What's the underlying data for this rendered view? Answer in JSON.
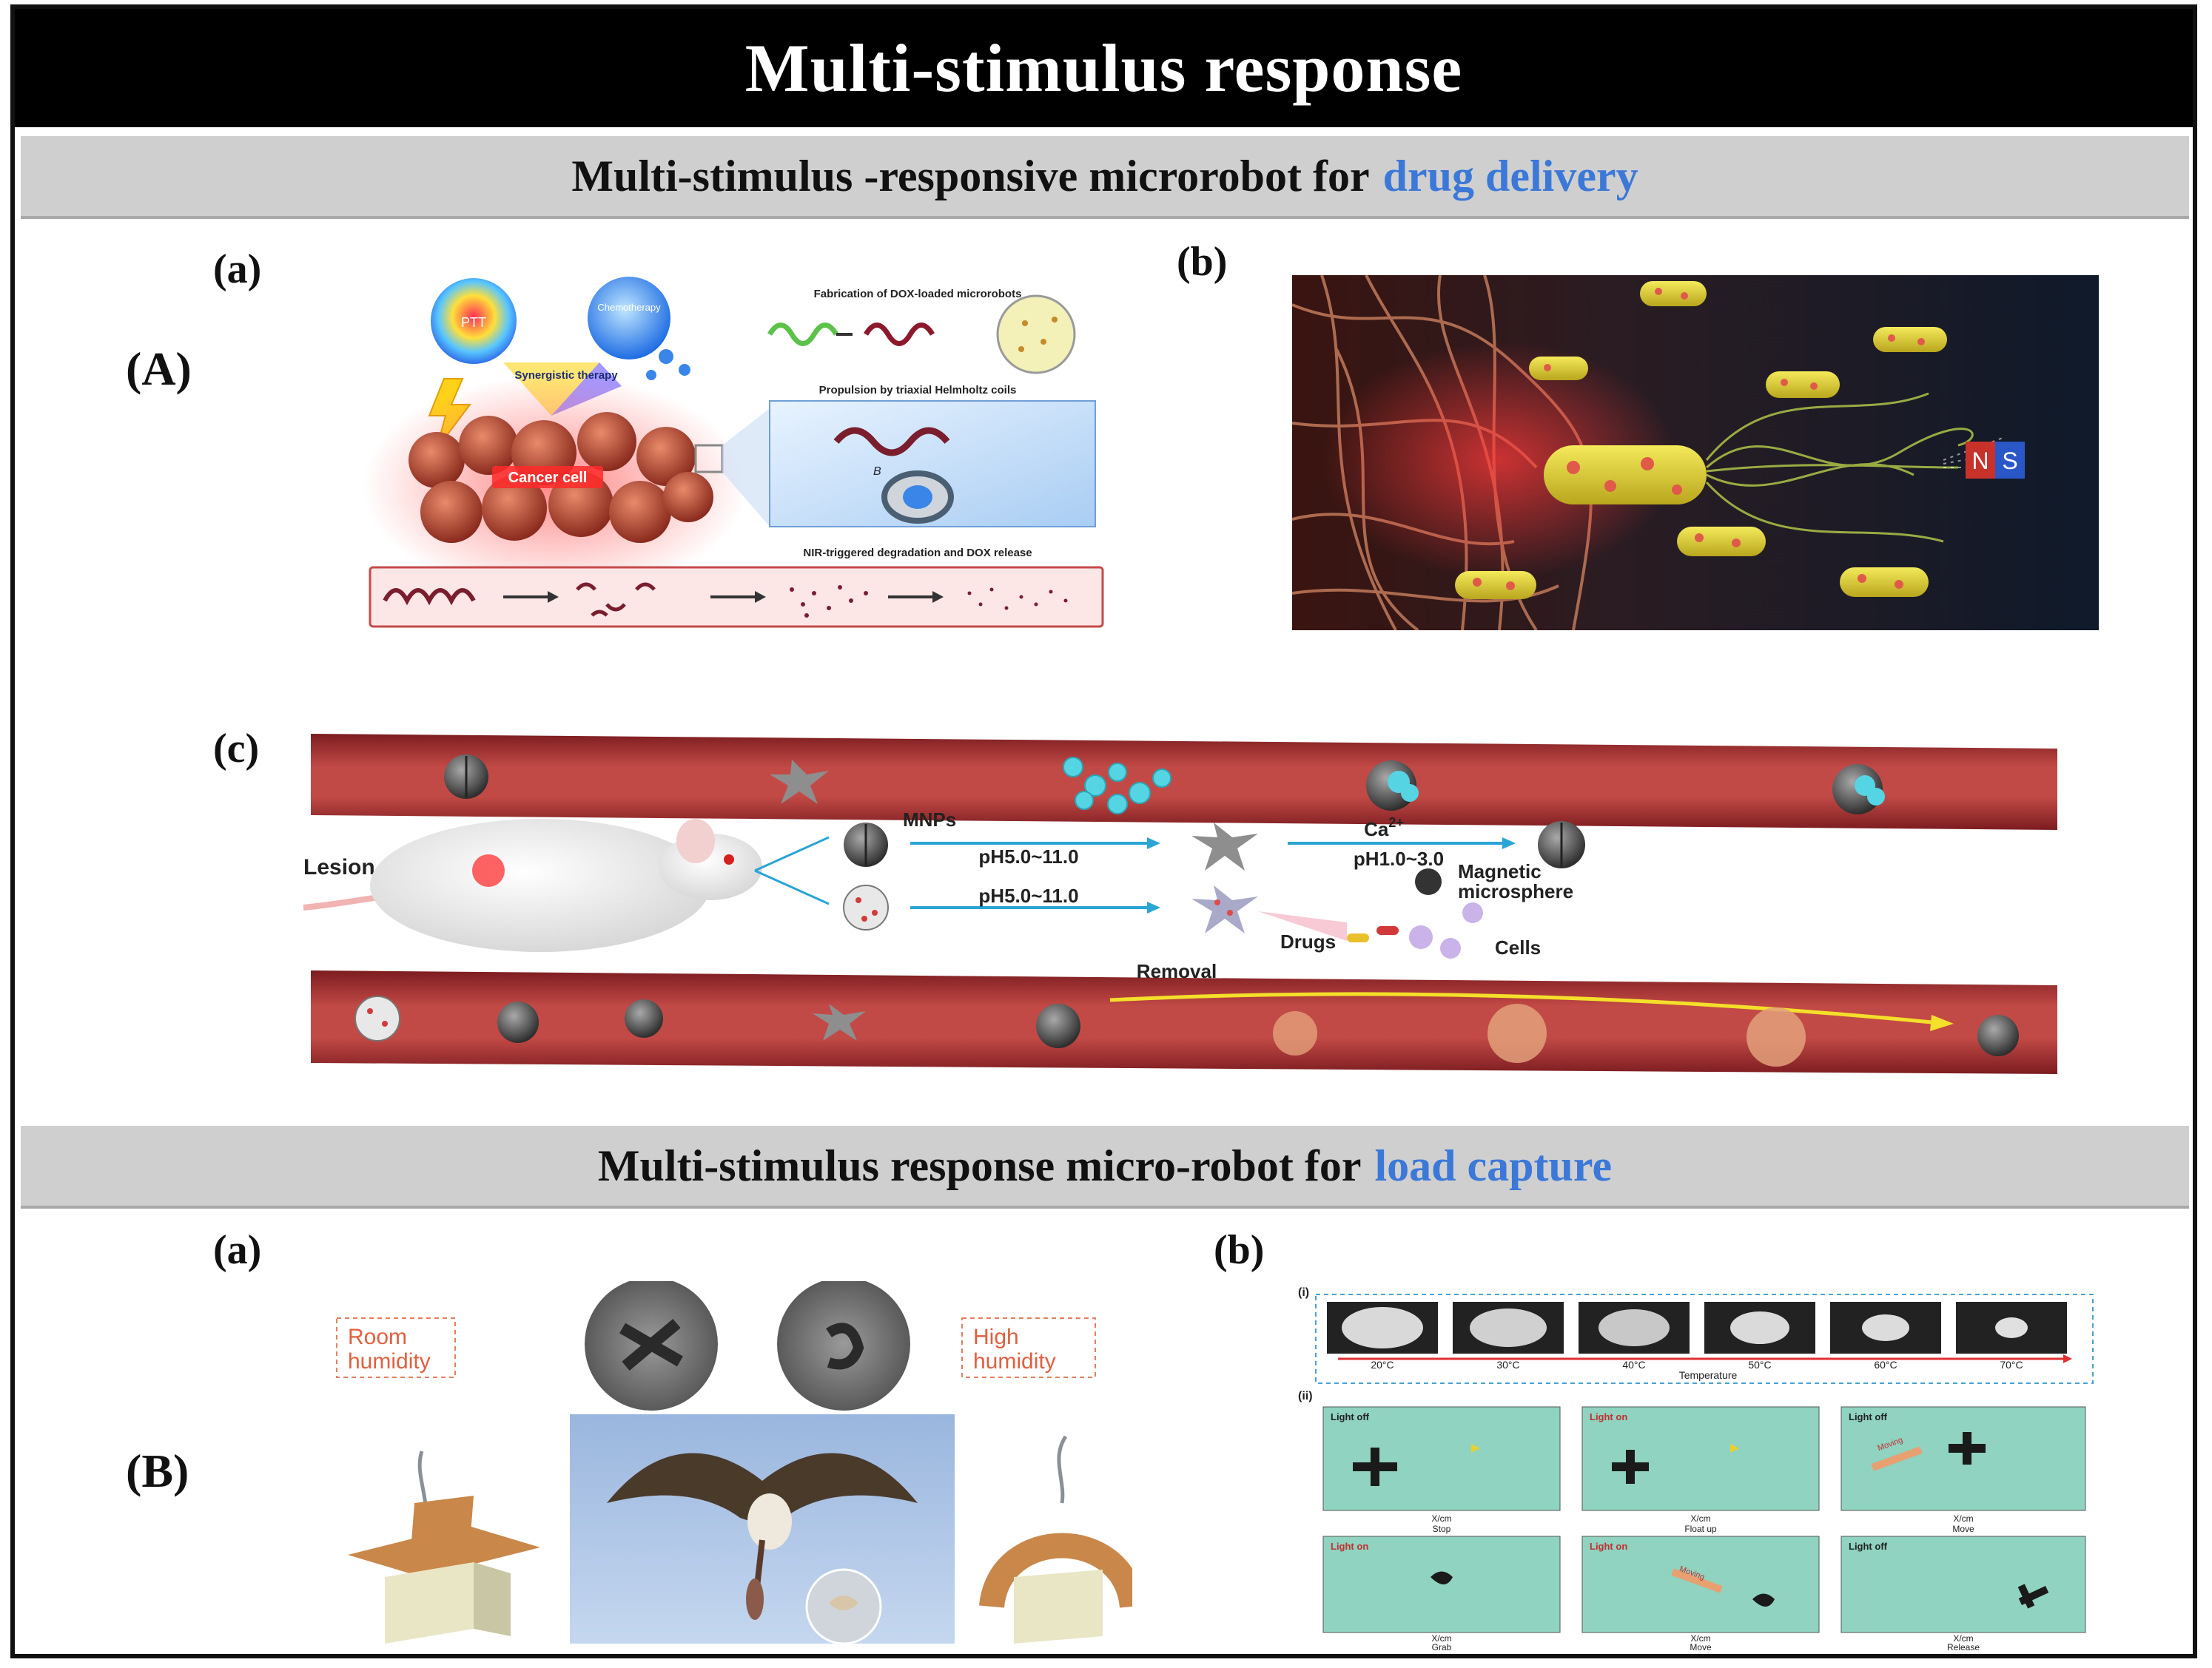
{
  "title": "Multi-stimulus response",
  "section1": {
    "title_main": "Multi-stimulus -responsive microrobot for",
    "title_highlight": "drug delivery",
    "row_label": "(A)"
  },
  "section2": {
    "title_main": "Multi-stimulus response micro-robot for",
    "title_highlight": "load capture",
    "row_label": "(B)"
  },
  "panel_labels": {
    "a": "(a)",
    "b": "(b)",
    "c": "(c)"
  },
  "panelA_a": {
    "ptt": "PTT",
    "chemo": "Chemotherapy",
    "synergistic": "Synergistic therapy",
    "cancer_cell": "Cancer cell",
    "fabrication": "Fabrication of DOX-loaded microrobots",
    "propulsion": "Propulsion by triaxial Helmholtz coils",
    "field": "B",
    "nir": "NIR-triggered degradation and DOX release"
  },
  "panelA_b": {
    "north": "N",
    "south": "S"
  },
  "panelA_c": {
    "lesion": "Lesion",
    "mnps": "MNPs",
    "ph1": "pH5.0~11.0",
    "ca": "Ca",
    "ca_sup": "2+",
    "ph2": "pH1.0~3.0",
    "ph3": "pH5.0~11.0",
    "magnetic": "Magnetic",
    "microsphere": "microsphere",
    "drugs": "Drugs",
    "cells": "Cells",
    "removal": "Removal"
  },
  "panelB_a": {
    "room1": "Room",
    "room2": "humidity",
    "high1": "High",
    "high2": "humidity"
  },
  "panelB_b": {
    "i": "(i)",
    "ii": "(ii)",
    "temps": [
      "20°C",
      "30°C",
      "40°C",
      "50°C",
      "60°C",
      "70°C"
    ],
    "temp_axis": "Temperature",
    "plots": [
      {
        "light": "Light off",
        "caption": "Stop"
      },
      {
        "light": "Light on",
        "caption": "Float up"
      },
      {
        "light": "Light off",
        "caption": "Move"
      },
      {
        "light": "Light on",
        "caption": "Grab"
      },
      {
        "light": "Light on",
        "caption": "Move"
      },
      {
        "light": "Light off",
        "caption": "Release"
      }
    ],
    "x_axis": "X/cm",
    "moving": "Moving"
  },
  "colors": {
    "accent": "#3b78d8",
    "vessel": "#b4363a",
    "green_panel": "#8fd3c0"
  }
}
